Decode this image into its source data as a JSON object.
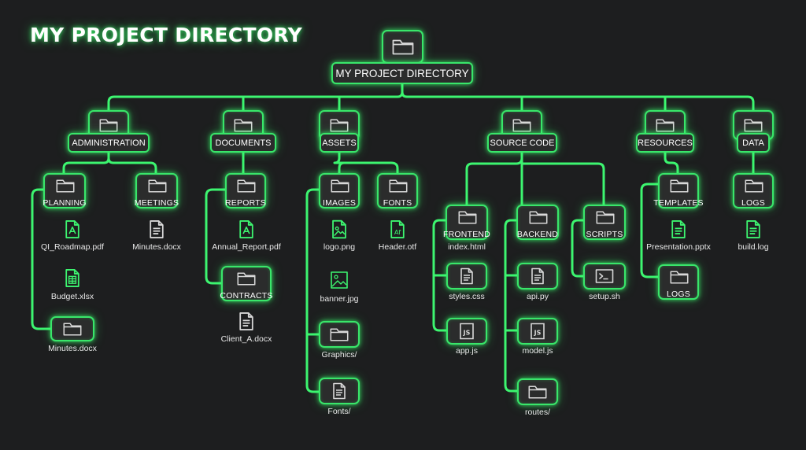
{
  "title": "MY PROJECT DIRECTORY",
  "colors": {
    "glow": "#39ff6e",
    "line": "#3df570",
    "background": "#1d1e1f",
    "box_fill": "#2b2c2c"
  },
  "root": {
    "label": "MY PROJECT DIRECTORY",
    "icon": "folder-icon"
  },
  "folders": {
    "administration": {
      "label": "ADMINISTRATION",
      "icon": "folder-icon"
    },
    "documents": {
      "label": "DOCUMENTS",
      "icon": "folder-icon"
    },
    "assets": {
      "label": "ASSETS",
      "icon": "folder-icon"
    },
    "source_code": {
      "label": "SOURCE CODE",
      "icon": "folder-icon"
    },
    "resources": {
      "label": "RESOURCES",
      "icon": "folder-icon"
    },
    "data": {
      "label": "DATA",
      "icon": "folder-icon"
    },
    "planning": {
      "label": "PLANNING",
      "icon": "folder-icon"
    },
    "meetings": {
      "label": "MEETINGS",
      "icon": "folder-icon"
    },
    "reports": {
      "label": "REPORTS",
      "icon": "folder-icon"
    },
    "contracts": {
      "label": "CONTRACTS",
      "icon": "folder-icon"
    },
    "images": {
      "label": "IMAGES",
      "icon": "folder-icon"
    },
    "fonts": {
      "label": "FONTS",
      "icon": "folder-icon"
    },
    "frontend": {
      "label": "FRONTEND",
      "icon": "folder-icon"
    },
    "backend": {
      "label": "BACKEND",
      "icon": "folder-icon"
    },
    "scripts": {
      "label": "SCRIPTS",
      "icon": "folder-icon"
    },
    "templates": {
      "label": "TEMPLATES",
      "icon": "folder-icon"
    },
    "logs_resources": {
      "label": "LOGS",
      "icon": "folder-icon"
    },
    "logs_data": {
      "label": "LOGS",
      "icon": "folder-icon"
    }
  },
  "files": {
    "q1_roadmap": {
      "label": "QI_Roadmap.pdf",
      "icon": "pdf-icon"
    },
    "budget": {
      "label": "Budget.xlsx",
      "icon": "spreadsheet-icon"
    },
    "minutes_planning": {
      "label": "Minutes.docx",
      "icon": "folder-icon"
    },
    "minutes_meetings": {
      "label": "Minutes.docx",
      "icon": "document-icon"
    },
    "annual_report": {
      "label": "Annual_Report.pdf",
      "icon": "pdf-icon"
    },
    "client_a": {
      "label": "Client_A.docx",
      "icon": "document-icon"
    },
    "logo": {
      "label": "logo.png",
      "icon": "image-icon"
    },
    "banner": {
      "label": "banner.jpg",
      "icon": "image-icon"
    },
    "graphics": {
      "label": "Graphics/",
      "icon": "folder-icon"
    },
    "fonts_dir": {
      "label": "Fonts/",
      "icon": "document-icon"
    },
    "header_otf": {
      "label": "Header.otf",
      "icon": "font-icon"
    },
    "index_html": {
      "label": "index.html",
      "icon": "folder-icon"
    },
    "styles_css": {
      "label": "styles.css",
      "icon": "document-icon"
    },
    "app_js": {
      "label": "app.js",
      "icon": "js-icon"
    },
    "api_py": {
      "label": "api.py",
      "icon": "document-icon"
    },
    "model_js": {
      "label": "model.js",
      "icon": "js-icon"
    },
    "routes": {
      "label": "routes/",
      "icon": "folder-icon"
    },
    "setup_sh": {
      "label": "setup.sh",
      "icon": "terminal-icon"
    },
    "presentation": {
      "label": "Presentation.pptx",
      "icon": "document-icon"
    },
    "build_log": {
      "label": "build.log",
      "icon": "document-icon"
    }
  }
}
